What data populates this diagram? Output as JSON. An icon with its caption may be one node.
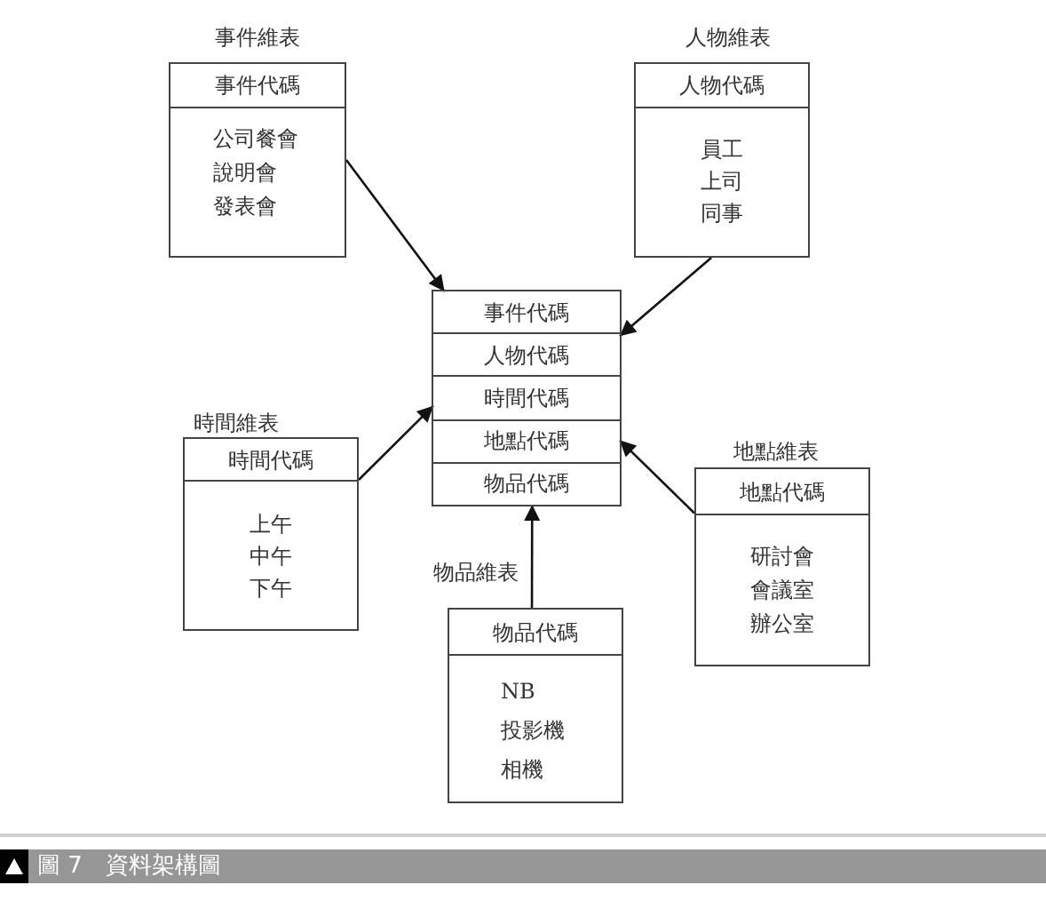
{
  "diagram": {
    "caption": "圖 7　資料架構圖",
    "nodes": [
      {
        "text": [
          "事件維表",
          "事件代碼",
          "公司餐會",
          "說明會",
          "發表會"
        ]
      },
      {
        "text": [
          "人物維表",
          "人物代碼",
          "員工",
          "上司",
          "同事"
        ]
      },
      {
        "text": [],
        "shape": "box"
      },
      {
        "text": [
          "事件代碼"
        ],
        "in": 2
      },
      {
        "text": [
          "人物代碼"
        ],
        "in": 2
      },
      {
        "text": [
          "時間代碼"
        ],
        "in": 2
      },
      {
        "text": [
          "地點代碼"
        ],
        "in": 2
      },
      {
        "text": [
          "物品代碼"
        ],
        "in": 2
      },
      {
        "text": [
          "時間維表",
          "時間代碼",
          "上午",
          "中午",
          "下午"
        ]
      },
      {
        "text": [
          "地點維表",
          "地點代碼",
          "研討會",
          "會議室",
          "辦公室"
        ]
      },
      {
        "text": [
          "物品維表",
          "物品代碼",
          "NB",
          "投影機",
          "相機"
        ]
      }
    ],
    "edges": [
      {
        "from": 0,
        "to": 3,
        "arrow": "to"
      },
      {
        "from": 1,
        "to": 4,
        "arrow": "to"
      },
      {
        "from": 8,
        "to": 5,
        "arrow": "to"
      },
      {
        "from": 9,
        "to": 6,
        "arrow": "to"
      },
      {
        "from": 10,
        "to": 7,
        "arrow": "to"
      }
    ]
  }
}
